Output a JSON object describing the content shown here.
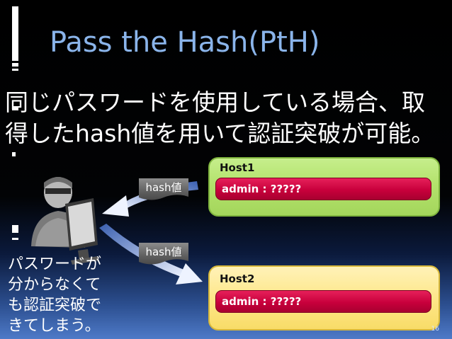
{
  "slide": {
    "title": "Pass the Hash(PtH)",
    "description_lines": [
      "同じパスワードを使用している場合、取",
      "得したhash値を用いて認証突破が可能。"
    ],
    "side_note_lines": [
      "パスワードが",
      "分からなくて",
      "も認証突破で",
      "きてしまう。"
    ],
    "page_number": "16"
  },
  "diagram": {
    "host1": {
      "label": "Host1",
      "credential": "admin : ?????"
    },
    "host2": {
      "label": "Host2",
      "credential": "admin : ?????"
    },
    "tags": [
      "hash値",
      "hash値"
    ],
    "icons": [
      "attacker-user-icon",
      "computer-monitor-icon",
      "arrow-left-icon",
      "arrow-right-icon"
    ]
  },
  "colors": {
    "title": "#8ab4ea",
    "host1_fill": "#b3e26c",
    "host2_fill": "#fee78a",
    "credential_fill": "#c8003c",
    "tag_fill": "#5e5e5e",
    "arrow": "#c8d8ff"
  }
}
